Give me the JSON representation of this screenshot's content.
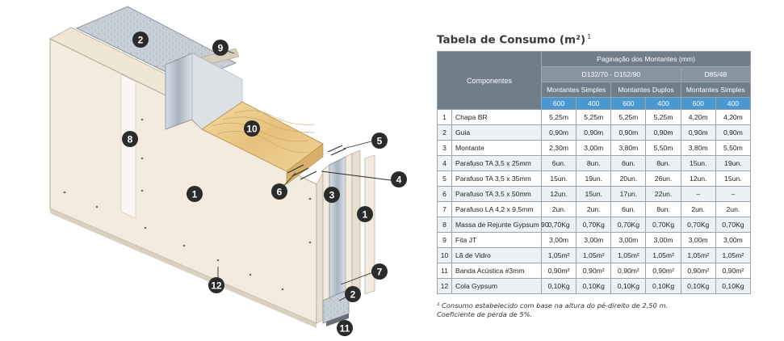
{
  "title": {
    "main": "Tabela de Consumo (m²)",
    "sup": "1"
  },
  "table": {
    "header": {
      "componentes": "Componentes",
      "paginacao": "Paginação dos Montantes (mm)",
      "group_a": "D132/70 - D152/90",
      "group_b": "D85/48",
      "sub_simples": "Montantes Simples",
      "sub_duplos": "Montantes Duplos",
      "sub_simples_b": "Montantes Simples",
      "spacing": [
        "600",
        "400",
        "600",
        "400",
        "600",
        "400"
      ]
    },
    "rows": [
      {
        "num": "1",
        "name": "Chapa BR",
        "values": [
          "5,25m",
          "5,25m",
          "5,25m",
          "5,25m",
          "4,20m",
          "4,20m"
        ]
      },
      {
        "num": "2",
        "name": "Guia",
        "values": [
          "0,90m",
          "0,90m",
          "0,90m",
          "0,90m",
          "0,90m",
          "0,90m"
        ]
      },
      {
        "num": "3",
        "name": "Montante",
        "values": [
          "2,30m",
          "3,00m",
          "3,80m",
          "5,50m",
          "3,80m",
          "5,50m"
        ]
      },
      {
        "num": "4",
        "name": "Parafuso TA 3,5 x 25mm",
        "values": [
          "6un.",
          "8un.",
          "6un.",
          "8un.",
          "15un.",
          "19un."
        ]
      },
      {
        "num": "5",
        "name": "Parafuso TA 3,5 x 35mm",
        "values": [
          "15un.",
          "19un.",
          "20un.",
          "26un.",
          "12un.",
          "15un."
        ]
      },
      {
        "num": "6",
        "name": "Parafuso TA 3,5 x 50mm",
        "values": [
          "12un.",
          "15un.",
          "17un.",
          "22un.",
          "–",
          "–"
        ]
      },
      {
        "num": "7",
        "name": "Parafuso LA 4,2 x 9,5mm",
        "values": [
          "2un.",
          "2un.",
          "6un.",
          "8un.",
          "2un.",
          "2un."
        ]
      },
      {
        "num": "8",
        "name": "Massa de Rejunte Gypsum 90",
        "values": [
          "0,70Kg",
          "0,70Kg",
          "0,70Kg",
          "0,70Kg",
          "0,70Kg",
          "0,70Kg"
        ]
      },
      {
        "num": "9",
        "name": "Fita JT",
        "values": [
          "3,00m",
          "3,00m",
          "3,00m",
          "3,00m",
          "3,00m",
          "3,00m"
        ]
      },
      {
        "num": "10",
        "name": "Lã de Vidro",
        "values": [
          "1,05m²",
          "1,05m²",
          "1,05m²",
          "1,05m²",
          "1,05m²",
          "1,05m²"
        ]
      },
      {
        "num": "11",
        "name": "Banda Acústica #3mm",
        "values": [
          "0,90m²",
          "0,90m²",
          "0,90m²",
          "0,90m²",
          "0,90m²",
          "0,90m²"
        ]
      },
      {
        "num": "12",
        "name": "Cola Gypsum",
        "values": [
          "0,10Kg",
          "0,10Kg",
          "0,10Kg",
          "0,10Kg",
          "0,10Kg",
          "0,10Kg"
        ]
      }
    ]
  },
  "footnote": {
    "line1": "¹ Consumo estabelecido com base na altura do pé-direito de 2,50 m.",
    "line2": "Coeficiente de perda de 5%."
  },
  "callouts": [
    "2",
    "9",
    "8",
    "10",
    "5",
    "4",
    "6",
    "3",
    "1",
    "1",
    "7",
    "2",
    "12",
    "11"
  ],
  "colors": {
    "header_dark": "#707d8b",
    "header_blue": "#4b97cf",
    "board": "#f3ebdd",
    "insulation": "#e8c98f",
    "metal": "#b9c3cf",
    "callout": "#2b2b2b"
  }
}
